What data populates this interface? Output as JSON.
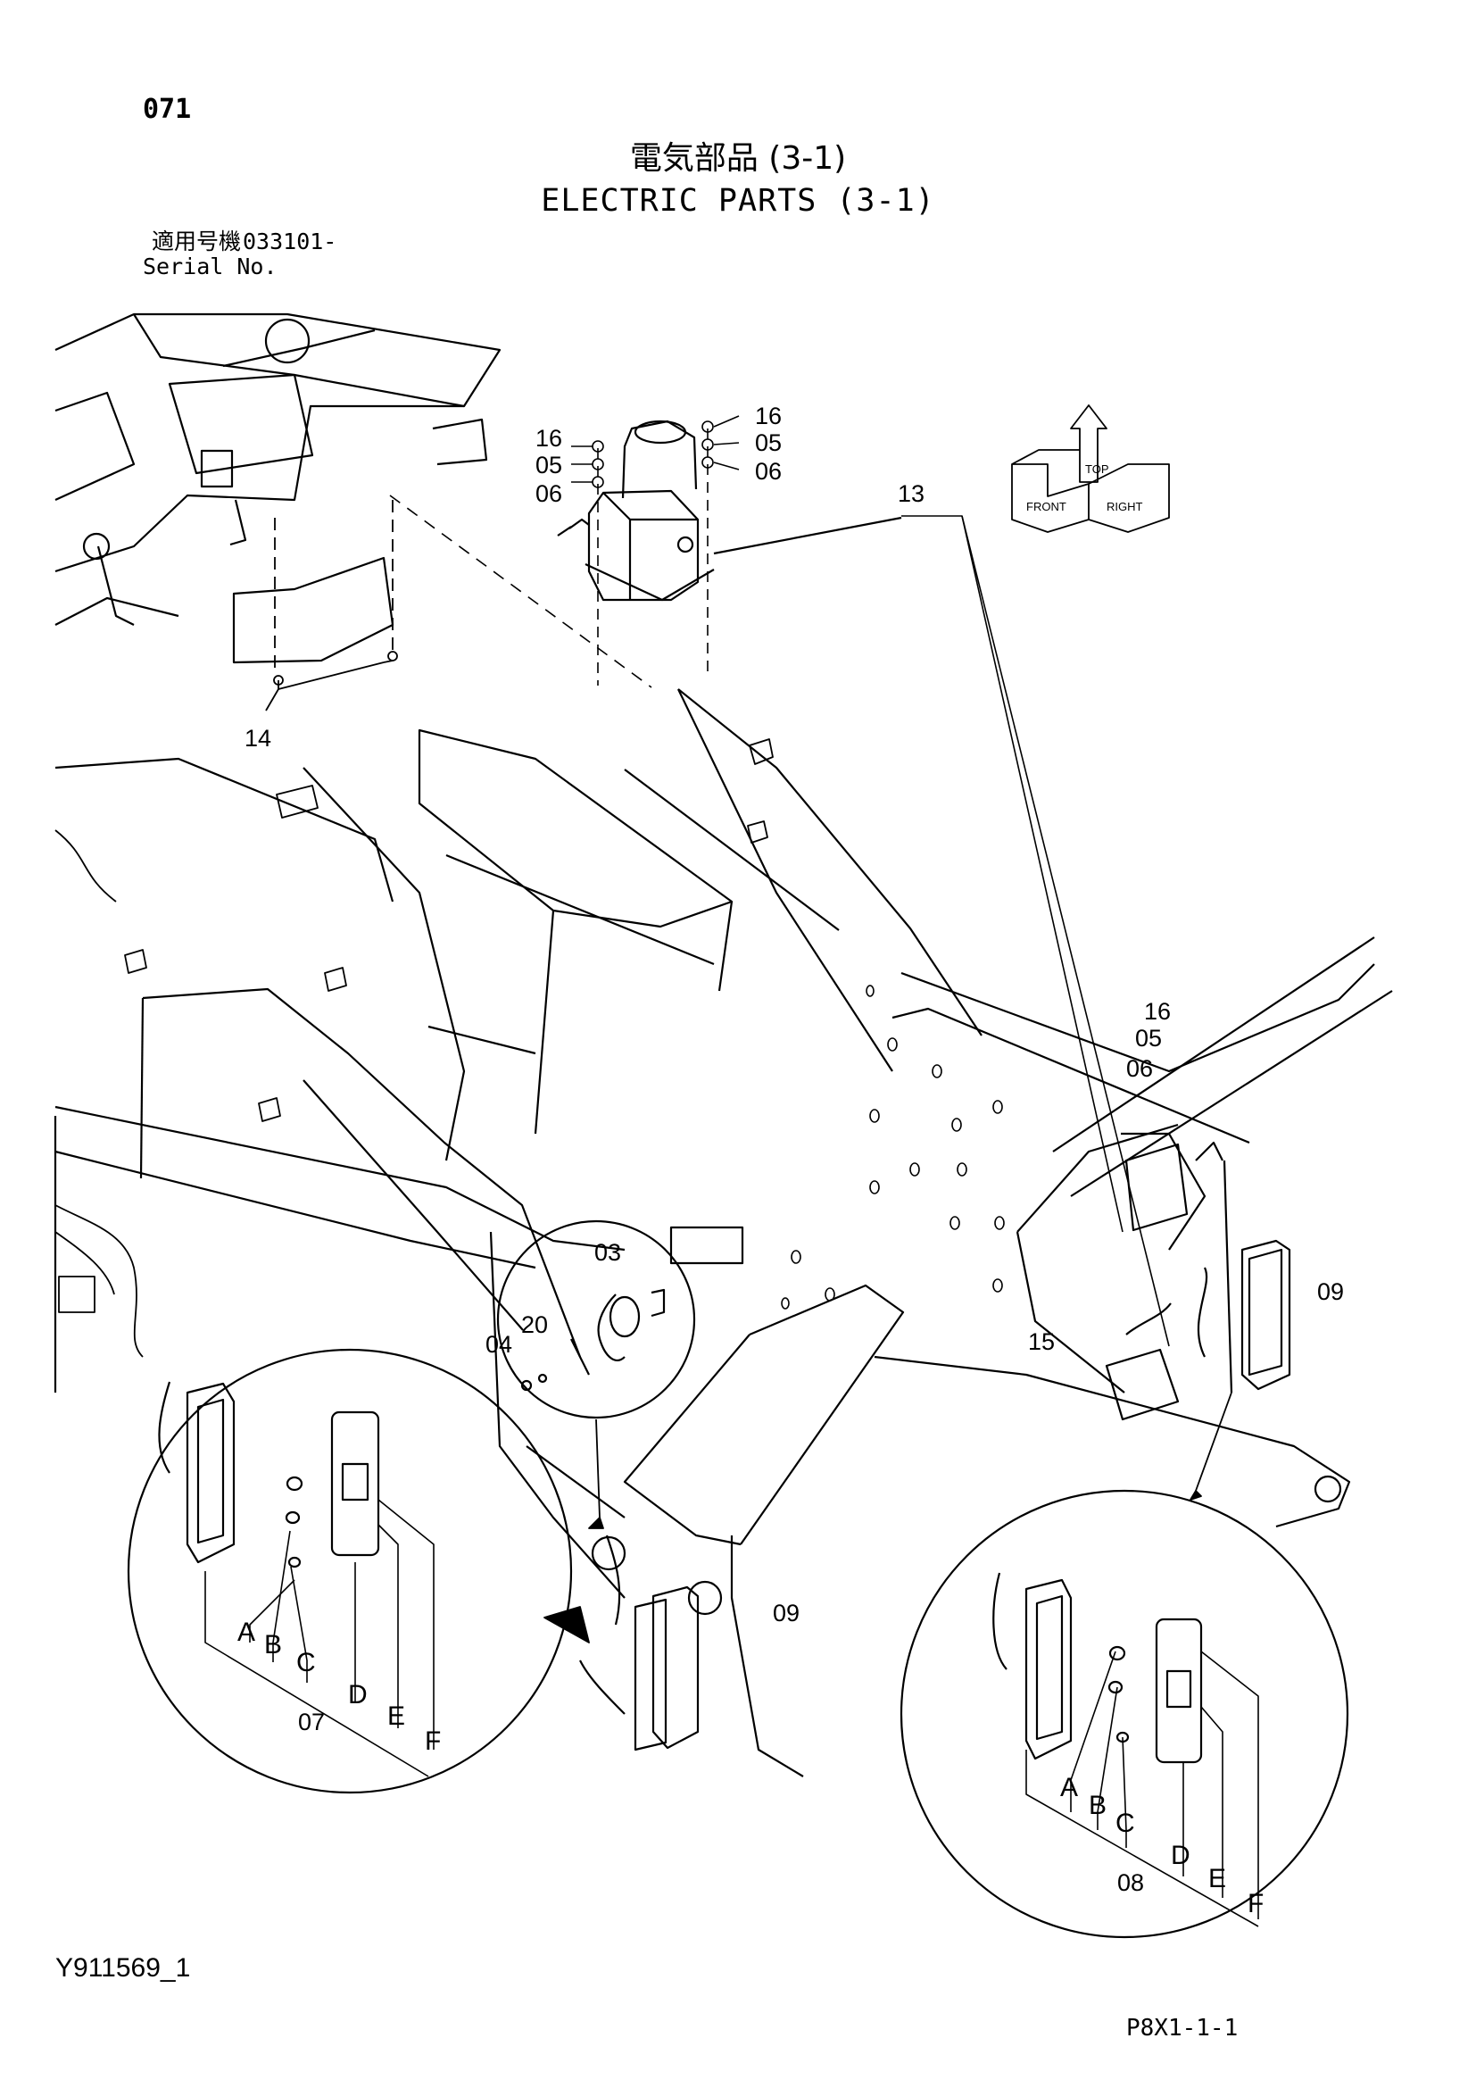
{
  "header": {
    "page_number": "071",
    "title_jp": "電気部品 (3-1)",
    "title_en": "ELECTRIC PARTS (3-1)",
    "serial_label_jp": "適用号機",
    "serial_label_en": "Serial No.",
    "serial_value": "033101-"
  },
  "orientation_icon": {
    "top_label": "TOP",
    "front_label": "FRONT",
    "right_label": "RIGHT"
  },
  "callouts": {
    "p16a": "16",
    "p05a": "05",
    "p06a": "06",
    "p16b": "16",
    "p05b": "05",
    "p06b": "06",
    "p13": "13",
    "p14": "14",
    "p16c": "16",
    "p05c": "05",
    "p06c": "06",
    "p03": "03",
    "p04": "04",
    "p20": "20",
    "p09a": "09",
    "p09b": "09",
    "p15": "15",
    "p07": "07",
    "p08": "08",
    "l_a1": "A",
    "l_b1": "B",
    "l_c1": "C",
    "l_d1": "D",
    "l_e1": "E",
    "l_f1": "F",
    "l_a2": "A",
    "l_b2": "B",
    "l_c2": "C",
    "l_d2": "D",
    "l_e2": "E",
    "l_f2": "F"
  },
  "footer": {
    "drawing_code": "Y911569_1",
    "page_code": "P8X1-1-1"
  }
}
